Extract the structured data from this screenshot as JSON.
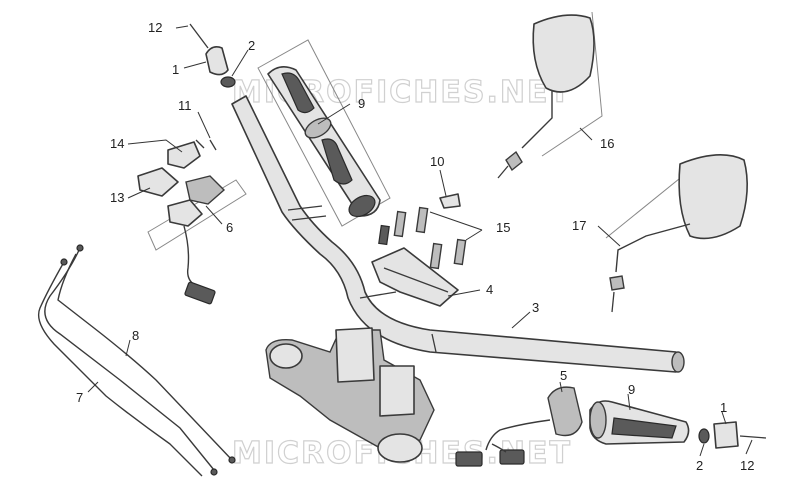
{
  "watermark": "MICROFICHES.NET",
  "labels": {
    "p1a": "1",
    "p2a": "2",
    "p3": "3",
    "p4": "4",
    "p5": "5",
    "p6": "6",
    "p7": "7",
    "p8": "8",
    "p9a": "9",
    "p9b": "9",
    "p10": "10",
    "p11": "11",
    "p12a": "12",
    "p13": "13",
    "p14": "14",
    "p15": "15",
    "p16": "16",
    "p17": "17",
    "p1b": "1",
    "p2b": "2",
    "p12b": "12"
  }
}
